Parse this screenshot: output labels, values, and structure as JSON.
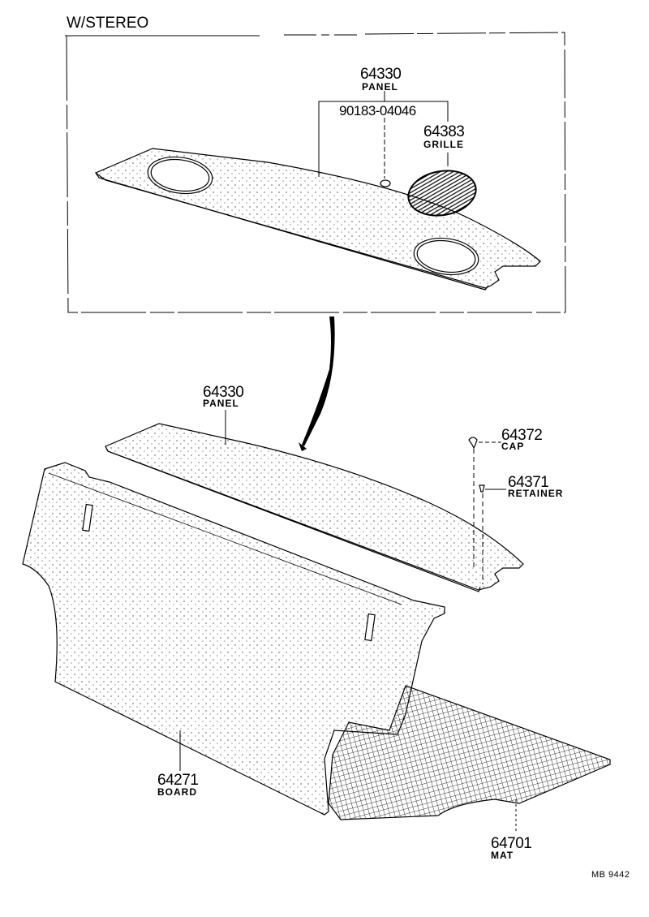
{
  "diagram": {
    "inset_title": "W/STEREO",
    "drawing_code": "MB 9442",
    "callouts": {
      "inset_panel": {
        "part_number": "64330",
        "name": "PANEL"
      },
      "inset_nut": {
        "part_number": "90183-04046"
      },
      "inset_grille": {
        "part_number": "64383",
        "name": "GRILLE"
      },
      "panel": {
        "part_number": "64330",
        "name": "PANEL"
      },
      "cap": {
        "part_number": "64372",
        "name": "CAP"
      },
      "retainer": {
        "part_number": "64371",
        "name": "RETAINER"
      },
      "board": {
        "part_number": "64271",
        "name": "BOARD"
      },
      "mat": {
        "part_number": "64701",
        "name": "MAT"
      }
    }
  }
}
